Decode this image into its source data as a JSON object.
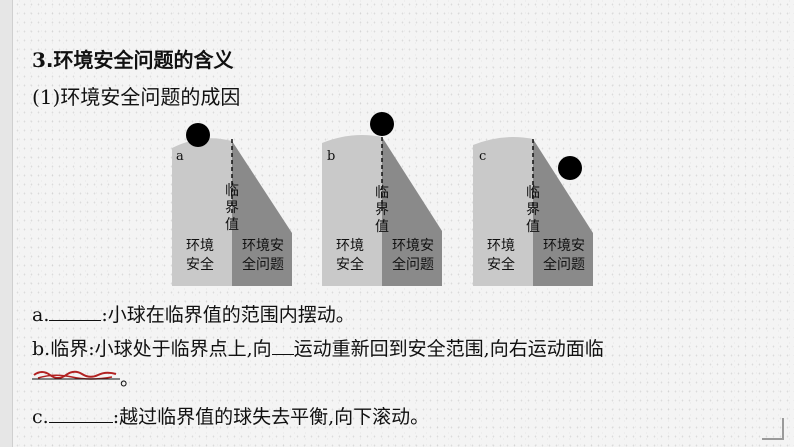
{
  "heading": {
    "number": "3",
    "text": ".环境安全问题的含义"
  },
  "subheading": "(1)环境安全问题的成因",
  "diagrams": [
    {
      "label": "a",
      "threshold": [
        "临",
        "界",
        "值"
      ],
      "safe": [
        "环境",
        "安全"
      ],
      "unsafe": [
        "环境安",
        "全问题"
      ]
    },
    {
      "label": "b",
      "threshold": [
        "临",
        "界",
        "值"
      ],
      "safe": [
        "环境",
        "安全"
      ],
      "unsafe": [
        "环境安",
        "全问题"
      ]
    },
    {
      "label": "c",
      "threshold": [
        "临",
        "界",
        "值"
      ],
      "safe": [
        "环境",
        "安全"
      ],
      "unsafe": [
        "环境安",
        "全问题"
      ]
    }
  ],
  "lines": {
    "a_prefix": "a.",
    "a_text": ":小球在临界值的范围内摆动。",
    "b_text_1": "b.临界:小球处于临界点上,向",
    "b_text_2": "运动重新回到安全范围,向右运动面临",
    "b_end": "。",
    "c_prefix": "c.",
    "c_text": ":越过临界值的球失去平衡,向下滚动。"
  },
  "colors": {
    "light_block": "#c9c9c9",
    "dark_block": "#8a8a8a",
    "ball": "#000000",
    "scribble": "#b22222"
  }
}
